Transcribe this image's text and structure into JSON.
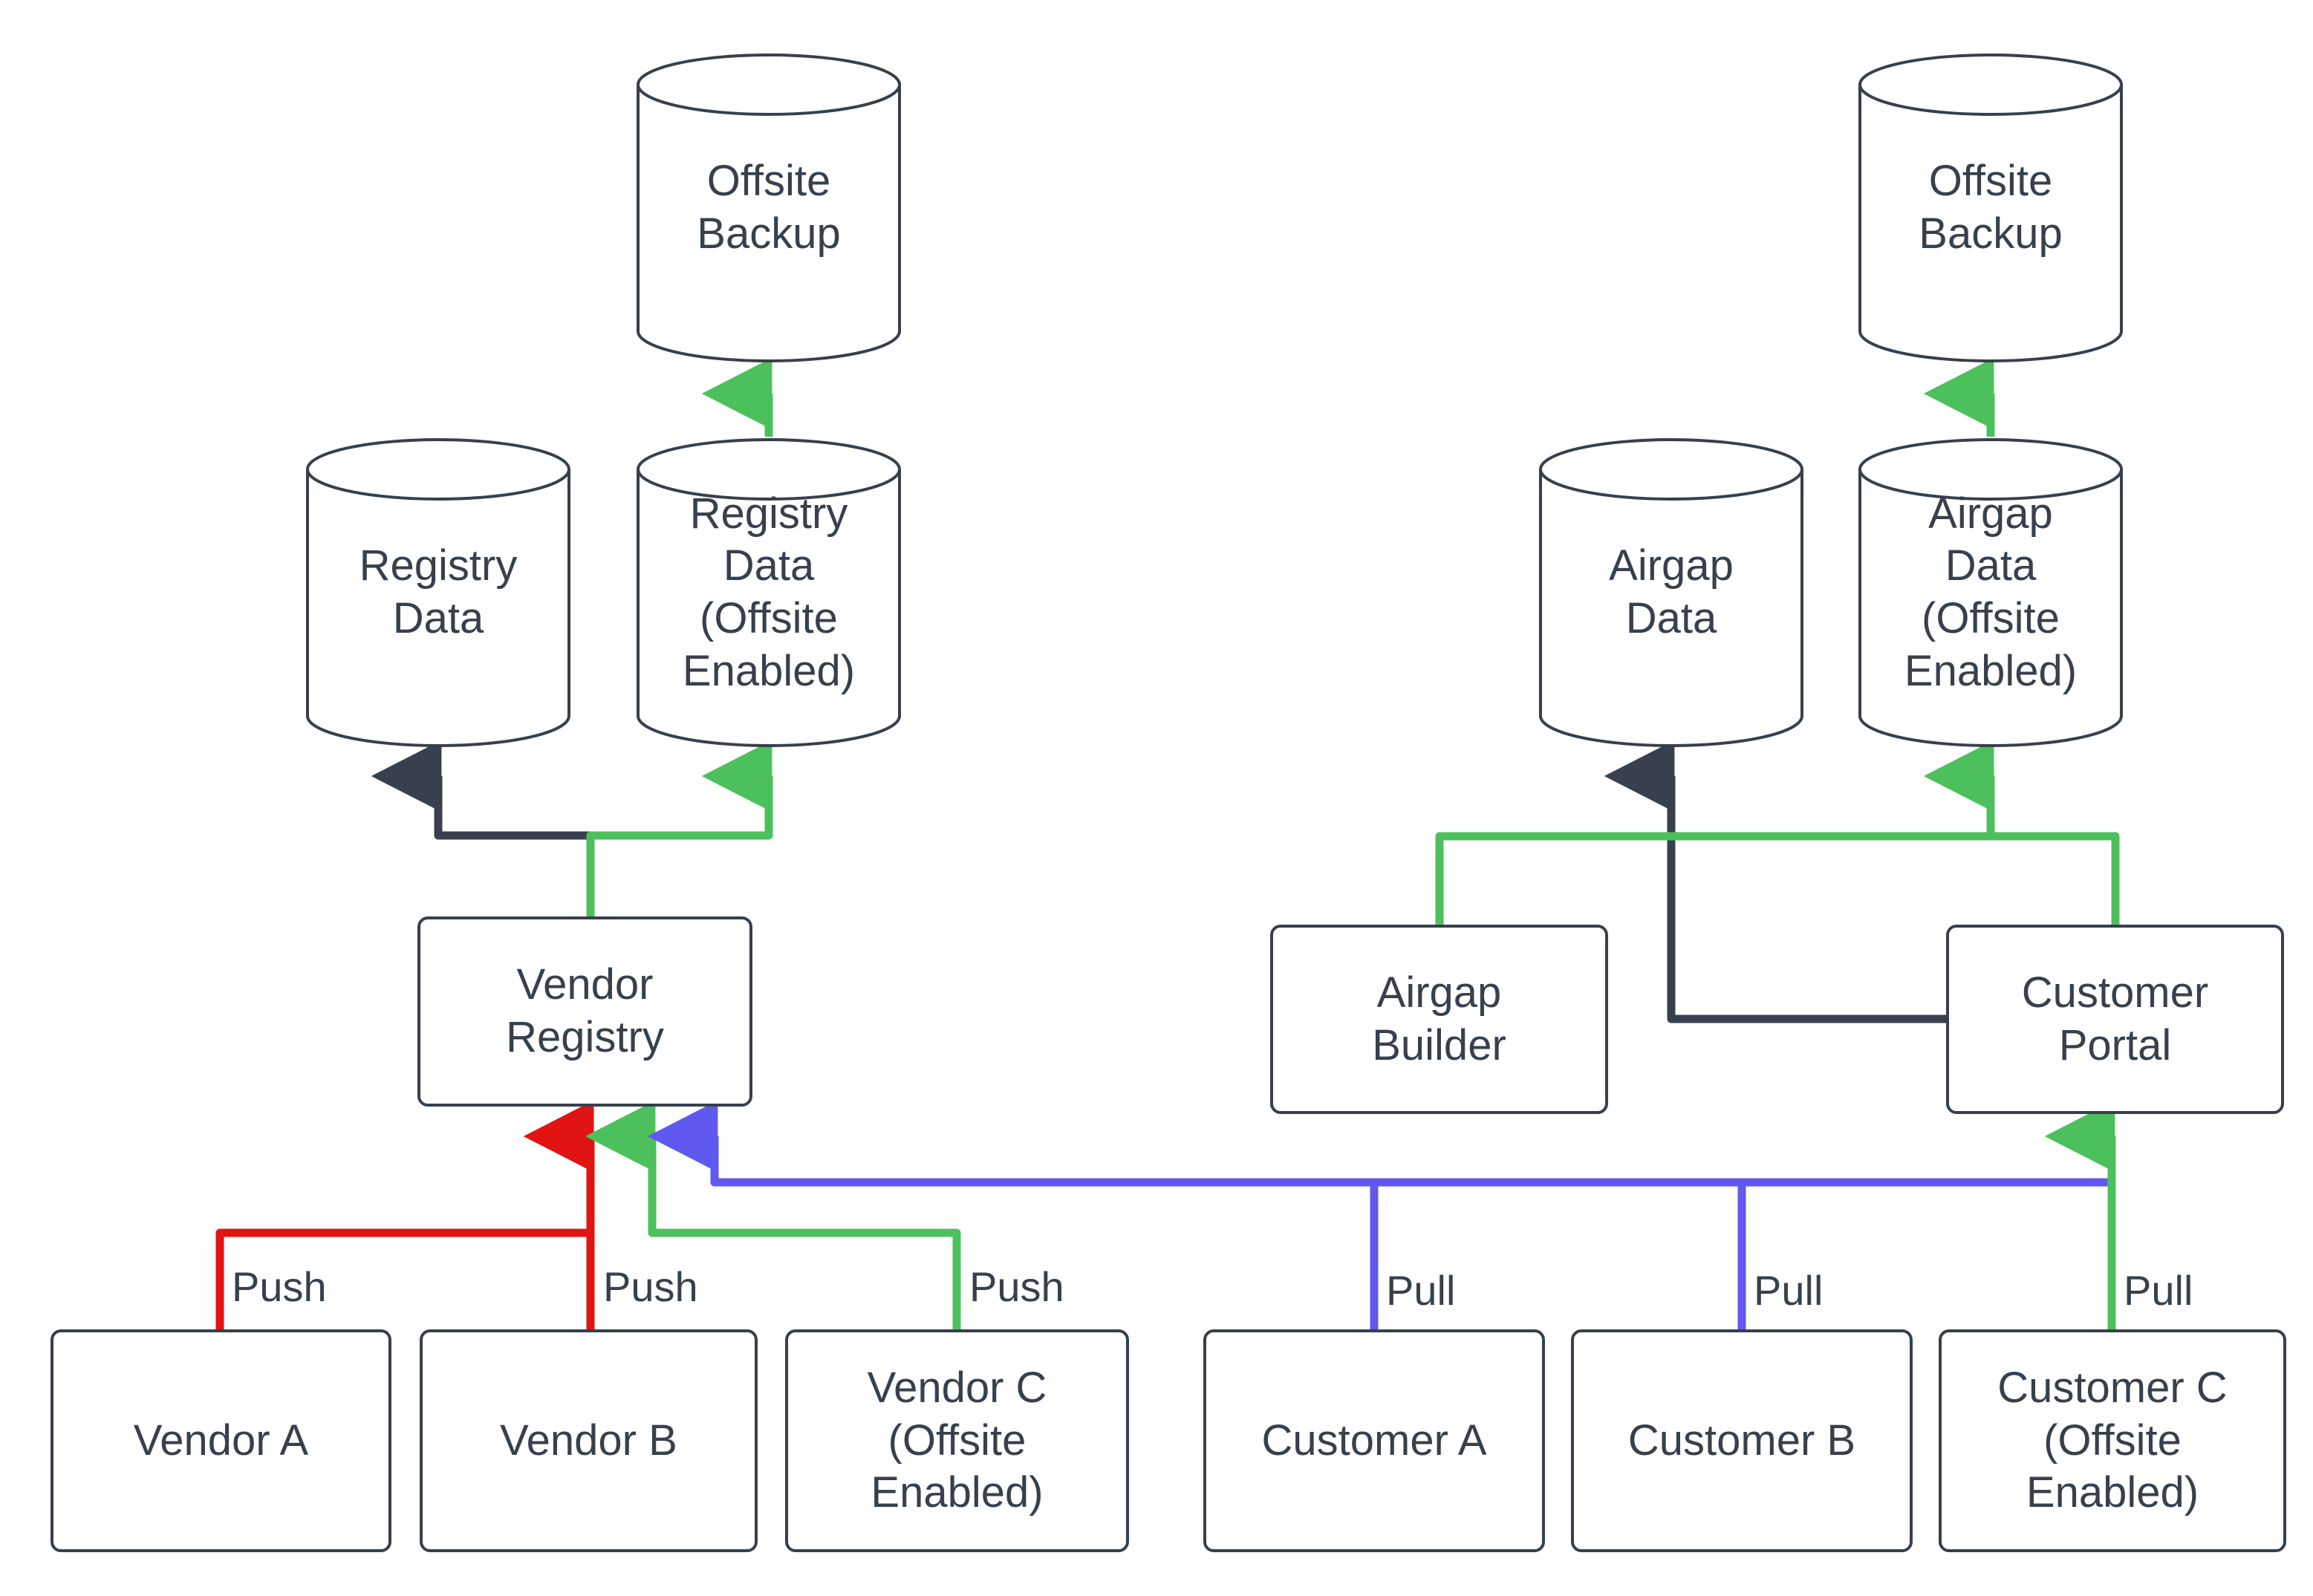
{
  "diagram": {
    "title": "Vendor Registry and Customer Portal data flow with offsite backup",
    "colors": {
      "stroke_dark": "#37404C",
      "push_red": "#E21313",
      "offsite_green": "#4CC05C",
      "pull_blue": "#5F59F0",
      "background": "#FFFFFF"
    }
  },
  "nodes": {
    "offsite_backup_left": {
      "label": "Offsite\nBackup",
      "shape": "cylinder"
    },
    "offsite_backup_right": {
      "label": "Offsite\nBackup",
      "shape": "cylinder"
    },
    "registry_data": {
      "label": "Registry\nData",
      "shape": "cylinder"
    },
    "registry_data_offsite": {
      "label": "Registry\nData\n(Offsite\nEnabled)",
      "shape": "cylinder"
    },
    "airgap_data": {
      "label": "Airgap\nData",
      "shape": "cylinder"
    },
    "airgap_data_offsite": {
      "label": "Airgap\nData\n(Offsite\nEnabled)",
      "shape": "cylinder"
    },
    "vendor_registry": {
      "label": "Vendor\nRegistry",
      "shape": "box"
    },
    "airgap_builder": {
      "label": "Airgap\nBuilder",
      "shape": "box"
    },
    "customer_portal": {
      "label": "Customer\nPortal",
      "shape": "box"
    },
    "vendor_a": {
      "label": "Vendor A",
      "shape": "box"
    },
    "vendor_b": {
      "label": "Vendor B",
      "shape": "box"
    },
    "vendor_c": {
      "label": "Vendor C\n(Offsite\nEnabled)",
      "shape": "box"
    },
    "customer_a": {
      "label": "Customer A",
      "shape": "box"
    },
    "customer_b": {
      "label": "Customer B",
      "shape": "box"
    },
    "customer_c": {
      "label": "Customer C\n(Offsite\nEnabled)",
      "shape": "box"
    }
  },
  "edge_labels": {
    "push_a": "Push",
    "push_b": "Push",
    "push_c": "Push",
    "pull_a": "Pull",
    "pull_b": "Pull",
    "pull_c": "Pull"
  },
  "edges": [
    {
      "from": "vendor_a",
      "to": "vendor_registry",
      "label": "Push",
      "color": "#E21313"
    },
    {
      "from": "vendor_b",
      "to": "vendor_registry",
      "label": "Push",
      "color": "#E21313"
    },
    {
      "from": "vendor_c",
      "to": "vendor_registry",
      "label": "Push",
      "color": "#4CC05C"
    },
    {
      "from": "customer_a",
      "to": "vendor_registry",
      "label": "Pull",
      "color": "#5F59F0"
    },
    {
      "from": "customer_b",
      "to": "vendor_registry",
      "label": "Pull",
      "color": "#5F59F0"
    },
    {
      "from": "customer_c",
      "to": "customer_portal",
      "label": "Pull",
      "color": "#4CC05C"
    },
    {
      "from": "vendor_registry",
      "to": "registry_data",
      "label": "",
      "color": "#37404C"
    },
    {
      "from": "vendor_registry",
      "to": "registry_data_offsite",
      "label": "",
      "color": "#4CC05C"
    },
    {
      "from": "registry_data_offsite",
      "to": "offsite_backup_left",
      "label": "",
      "color": "#4CC05C"
    },
    {
      "from": "customer_portal",
      "to": "airgap_data",
      "label": "",
      "color": "#37404C"
    },
    {
      "from": "airgap_builder",
      "to": "airgap_data_offsite",
      "label": "",
      "color": "#4CC05C"
    },
    {
      "from": "customer_portal",
      "to": "airgap_data_offsite",
      "label": "",
      "color": "#4CC05C"
    },
    {
      "from": "airgap_data_offsite",
      "to": "offsite_backup_right",
      "label": "",
      "color": "#4CC05C"
    }
  ]
}
